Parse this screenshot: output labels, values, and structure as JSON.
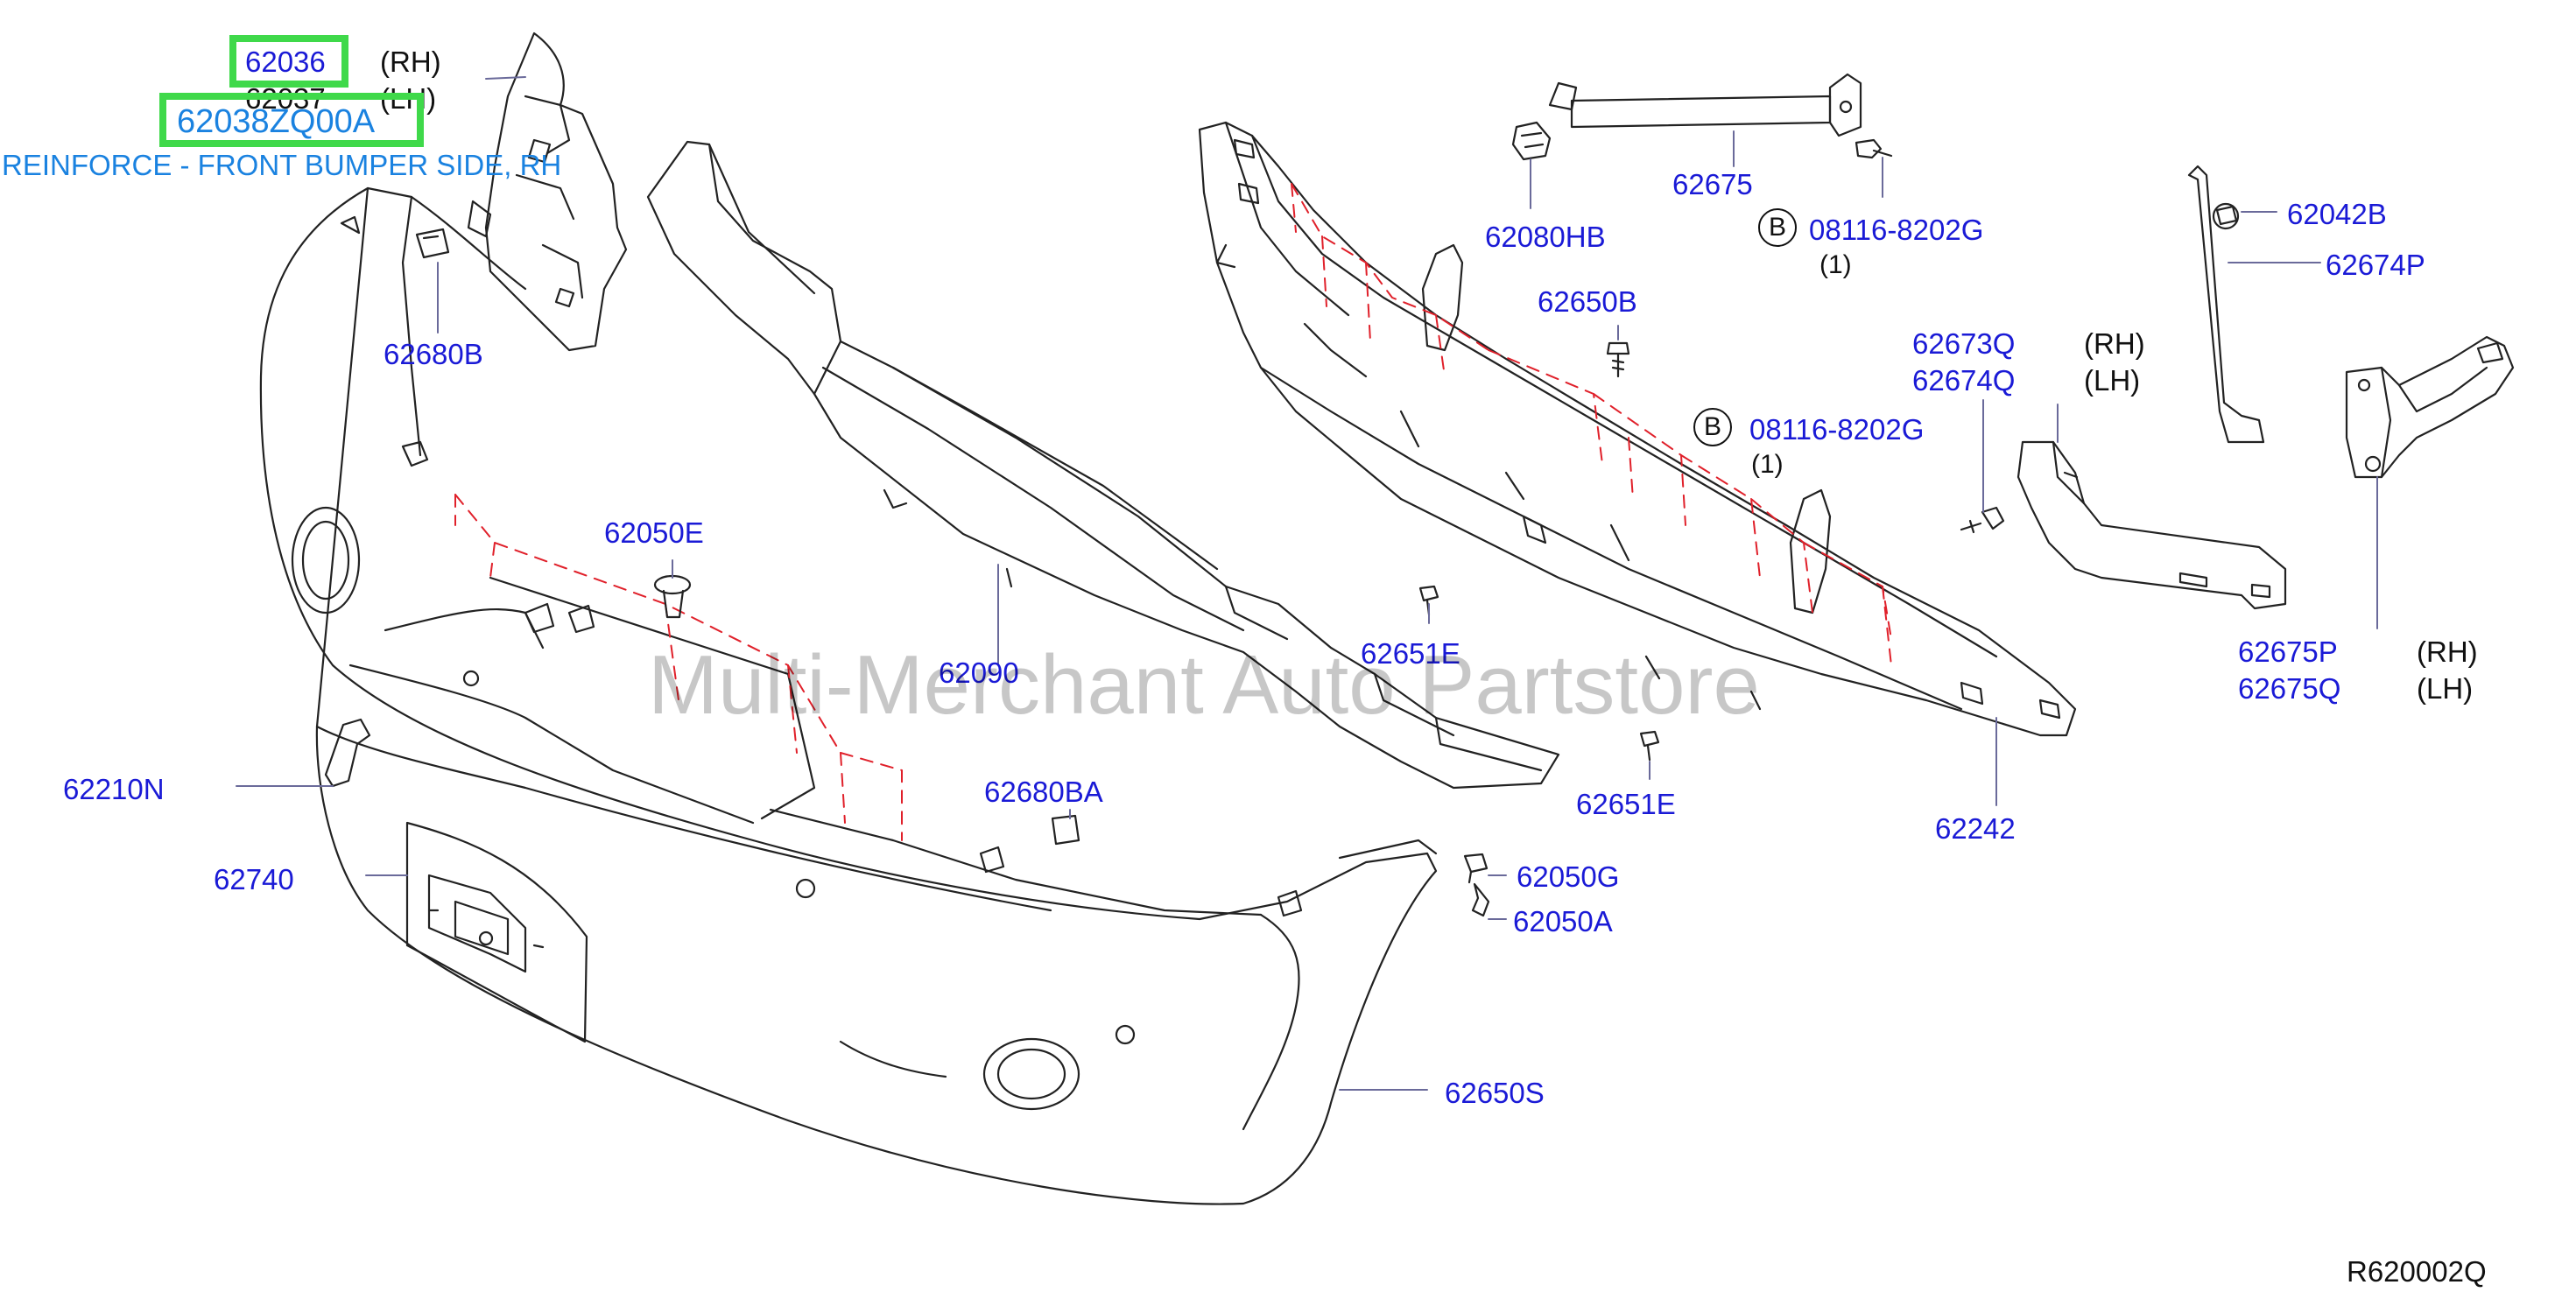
{
  "highlight_color": "#3fd94a",
  "label_color": "#1a1ad6",
  "selected_color": "#1a82e0",
  "watermark": "Multi-Merchant Auto Partstore",
  "diagram_code": "R620002Q",
  "selected_part": {
    "part_no": "62036",
    "side": "(RH)",
    "alt_part_no": "62037",
    "alt_side": "(LH)",
    "oem_number": "62038ZQ00A",
    "description": "REINFORCE - FRONT BUMPER SIDE, RH"
  },
  "bolt_callout_1": {
    "marker": "B",
    "part_no": "08116-8202G",
    "qty": "(1)"
  },
  "bolt_callout_2": {
    "marker": "B",
    "part_no": "08116-8202G",
    "qty": "(1)"
  },
  "parts": [
    "62680B",
    "62050E",
    "62090",
    "62210N",
    "62680BA",
    "62740",
    "62650S",
    "62050G",
    "62050A",
    "62651E",
    "62651E",
    "62080HB",
    "62675",
    "62650B",
    "62242",
    "62042B",
    "62674P"
  ],
  "bracket_rh": {
    "part_no": "62673Q",
    "side": "(RH)"
  },
  "bracket_lh": {
    "part_no": "62674Q",
    "side": "(LH)"
  },
  "stay_rh": {
    "part_no": "62675P",
    "side": "(RH)"
  },
  "stay_lh": {
    "part_no": "62675Q",
    "side": "(LH)"
  },
  "icons": [
    "bumper-fascia-icon",
    "bumper-reinforcement-icon",
    "bumper-absorber-icon",
    "license-plate-bracket-icon",
    "clip-icon",
    "bolt-icon",
    "bracket-icon"
  ]
}
